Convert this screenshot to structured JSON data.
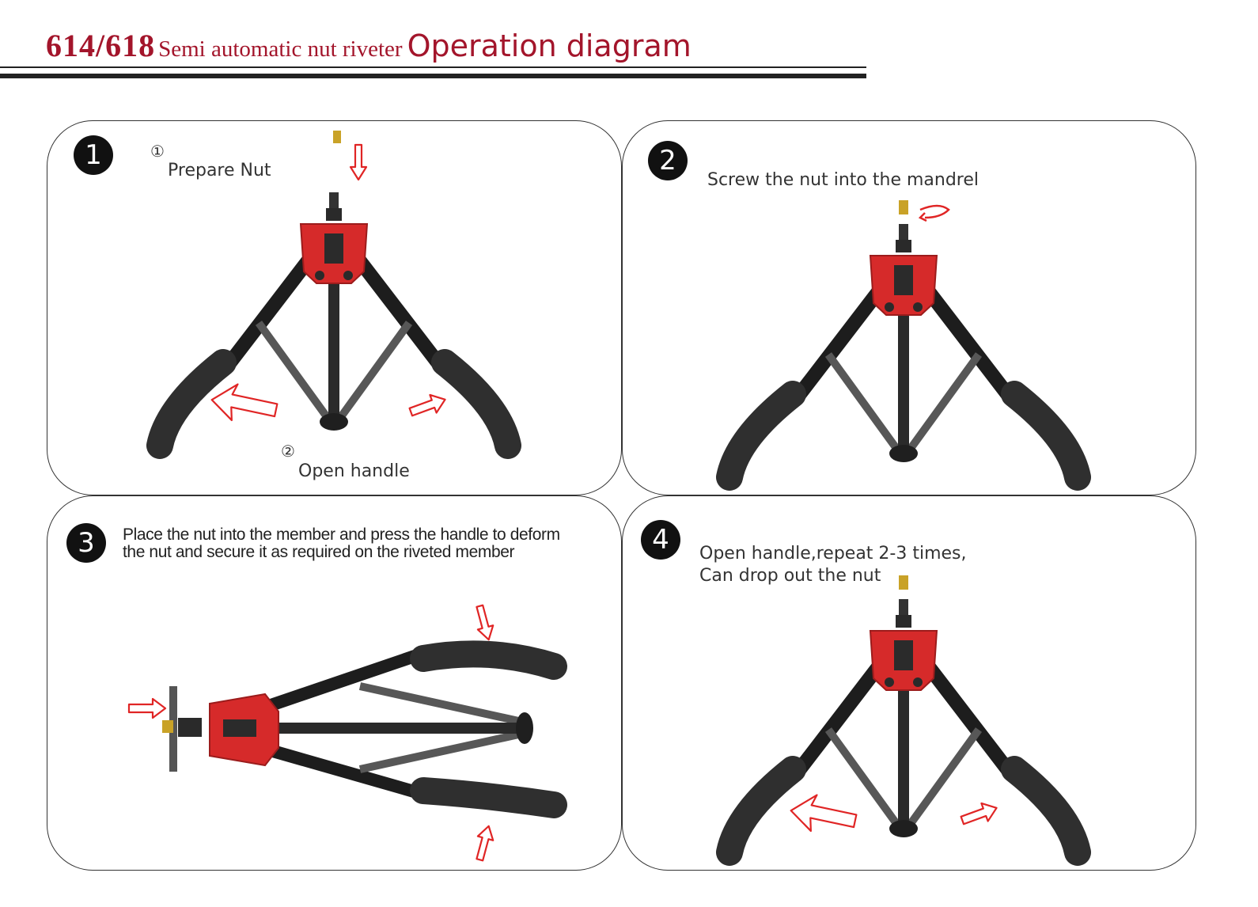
{
  "header": {
    "model": "614/618",
    "product": "Semi automatic nut riveter",
    "section": "Operation diagram"
  },
  "steps": [
    {
      "number": "1",
      "sub1_marker": "①",
      "sub1_text": "Prepare Nut",
      "sub2_marker": "②",
      "sub2_text": "Open handle"
    },
    {
      "number": "2",
      "text": "Screw the nut into the mandrel"
    },
    {
      "number": "3",
      "line1": "Place the nut into the member and press the handle to deform",
      "line2": "the nut and secure it as required on the riveted member"
    },
    {
      "number": "4",
      "line1": "Open handle,repeat 2-3 times,",
      "line2": "Can drop out the nut"
    }
  ],
  "colors": {
    "title": "#a3152b",
    "tool_head": "#d62a2a",
    "handle": "#2b2b2b",
    "arrow": "#e02525",
    "brass": "#c9a227"
  }
}
